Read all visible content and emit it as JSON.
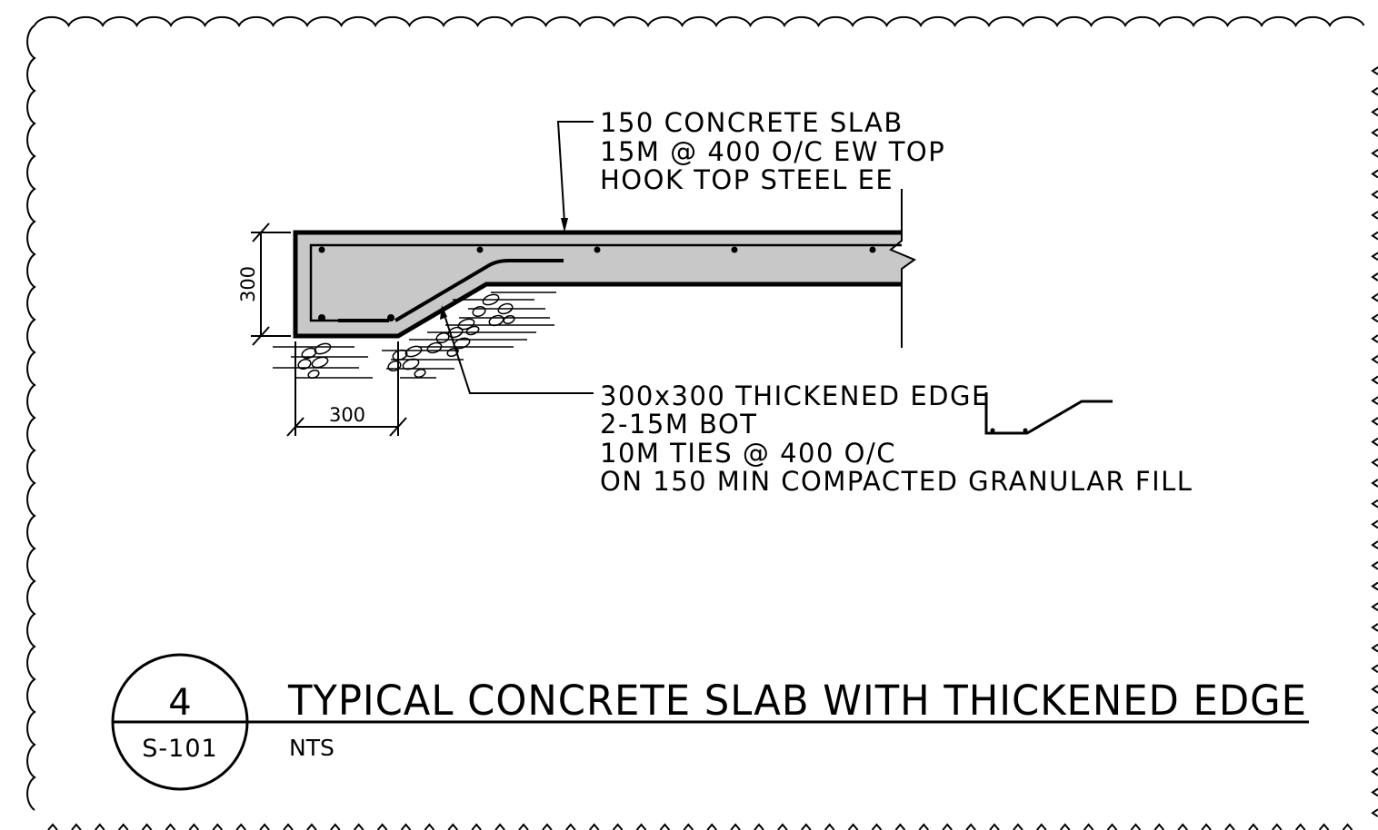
{
  "notes": {
    "slab": [
      "150 CONCRETE SLAB",
      "15M @ 400 O/C EW TOP",
      "HOOK TOP STEEL EE"
    ],
    "edge": [
      "300x300 THICKENED EDGE",
      "2-15M BOT",
      "10M TIES @ 400 O/C",
      "ON 150 MIN COMPACTED GRANULAR FILL"
    ]
  },
  "dimensions": {
    "vertical": "300",
    "horizontal": "300"
  },
  "detail": {
    "number": "4",
    "sheet": "S-101",
    "title": "TYPICAL CONCRETE SLAB WITH THICKENED EDGE",
    "scale": "NTS"
  }
}
